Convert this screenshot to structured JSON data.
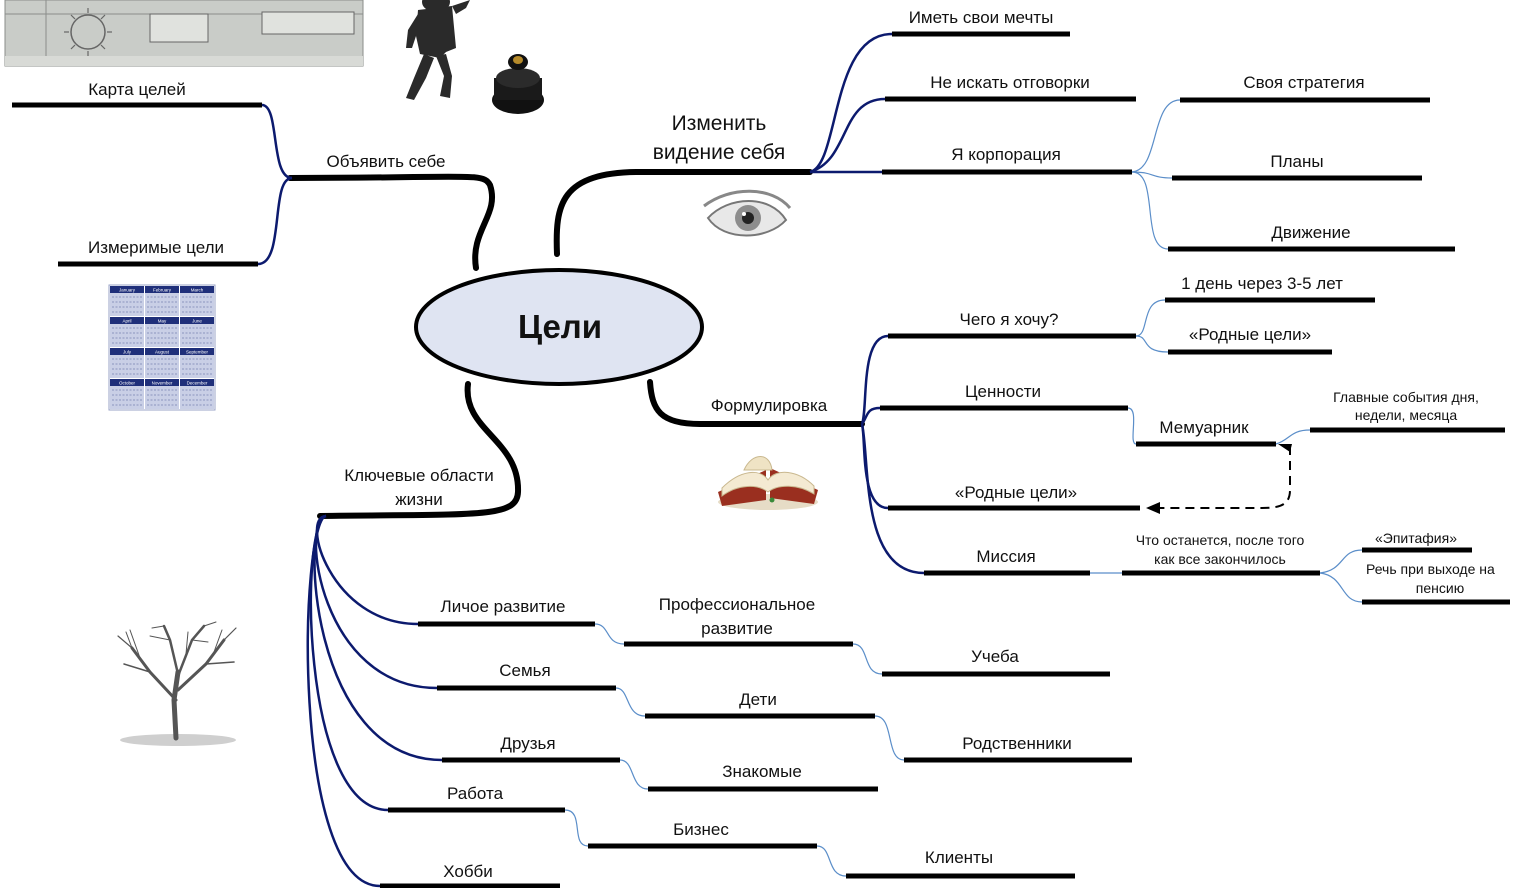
{
  "center": "Цели",
  "branches": {
    "announce": "Объявить себе",
    "vision_line1": "Изменить",
    "vision_line2": "видение себя",
    "formulation": "Формулировка",
    "areas_line1": "Ключевые области",
    "areas_line2": "жизни"
  },
  "announce_items": [
    "Карта целей",
    "Измеримые цели"
  ],
  "vision_items": [
    "Иметь свои мечты",
    "Не искать отговорки",
    "Я  корпорация"
  ],
  "corporation_items": [
    "Своя стратегия",
    "Планы",
    "Движение"
  ],
  "formulation_items": [
    "Чего я хочу?",
    "Ценности",
    "«Родные цели»",
    "Миссия"
  ],
  "want_items": [
    "1 день через 3-5 лет",
    "«Родные цели»"
  ],
  "values_items": [
    "Мемуарник"
  ],
  "memoir_note_line1": "Главные события дня,",
  "memoir_note_line2": "недели, месяца",
  "mission_note_line1": "Что останется, после того",
  "mission_note_line2": "как все закончилось",
  "mission_items": [
    "«Эпитафия»",
    "Речь при выходе на",
    "пенсию"
  ],
  "areas_items": [
    "Личое развитие",
    "Семья",
    "Друзья",
    "Работа",
    "Хобби"
  ],
  "sub_areas": {
    "prof_line1": "Профессиональное",
    "prof_line2": "развитие",
    "study": "Учеба",
    "children": "Дети",
    "relatives": "Родственники",
    "acquaintances": "Знакомые",
    "business": "Бизнес",
    "clients": "Клиенты"
  },
  "calendar_months": [
    "January",
    "February",
    "March",
    "April",
    "May",
    "June",
    "July",
    "August",
    "September",
    "October",
    "November",
    "December"
  ],
  "colors": {
    "branch": "#0c1a6e",
    "thin_branch": "#5b8ec9",
    "bar": "#000000",
    "oval_fill": "#dfe4f2",
    "calendar_head": "#1f2f7a"
  }
}
